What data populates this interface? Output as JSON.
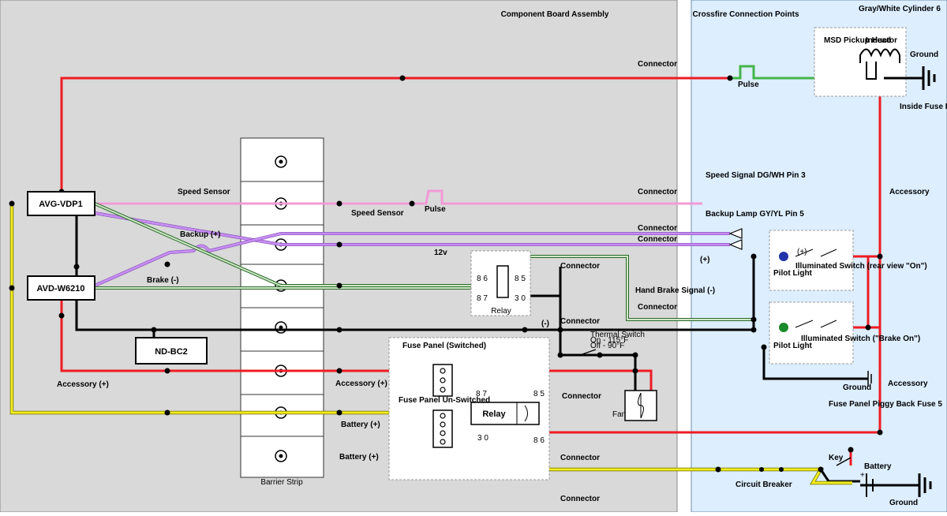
{
  "regions": {
    "component_board": "Component Board Assembly",
    "crossfire": "Crossfire Connection Points",
    "barrier_strip": "Barrier Strip"
  },
  "modules": {
    "avg_vdp1": "AVG-VDP1",
    "avd_w6210": "AVD-W6210",
    "nd_bc2": "ND-BC2",
    "relay_small": "Relay",
    "relay_main": "Relay",
    "fan": "Fan"
  },
  "relay_pins": {
    "p86": "8 6",
    "p85": "8 5",
    "p87": "8 7",
    "p30": "3 0"
  },
  "labels": {
    "connector": "Connector",
    "speed_sensor": "Speed Sensor",
    "pulse": "Pulse",
    "backup": "Backup (+)",
    "brake": "Brake (-)",
    "twelve_v": "12v",
    "minus": "(-)",
    "plus": "(+)",
    "accessory_plus": "Accessory (+)",
    "battery_plus": "Battery (+)",
    "fuse_switched": "Fuse Panel (Switched)",
    "fuse_unswitched": "Fuse Panel Un-Switched",
    "thermal_switch": "Thermal Switch",
    "thermal_on": "On - 115°F",
    "thermal_off": "Off - 90°F",
    "speed_signal": "Speed Signal DG/WH Pin 3",
    "backup_lamp": "Backup Lamp GY/YL Pin 5",
    "hand_brake": "Hand Brake Signal (-)",
    "msd_pickup": "MSD Pickup Head",
    "inductor": "Inductor",
    "gray_white": "Gray/White Cylinder 6",
    "ground": "Ground",
    "inside_fuse_box": "Inside Fuse Box",
    "accessory": "Accessory",
    "pilot_light": "Pilot Light",
    "illum_rear": "Illuminated Switch (rear view \"On\")",
    "illum_brake": "Illuminated Switch (\"Brake On\")",
    "fuse_piggyback": "Fuse Panel Piggy Back Fuse 5",
    "key": "Key",
    "battery": "Battery",
    "circuit_breaker": "Circuit Breaker"
  },
  "colors": {
    "board_bg": "#d9d9d9",
    "crossfire_bg": "#ddeeff",
    "red": "#ee1c24",
    "yellow": "#f2ec1d",
    "pink": "#f29ad7",
    "purple": "#c58df0",
    "green": "#44b54a",
    "black": "#000000"
  }
}
